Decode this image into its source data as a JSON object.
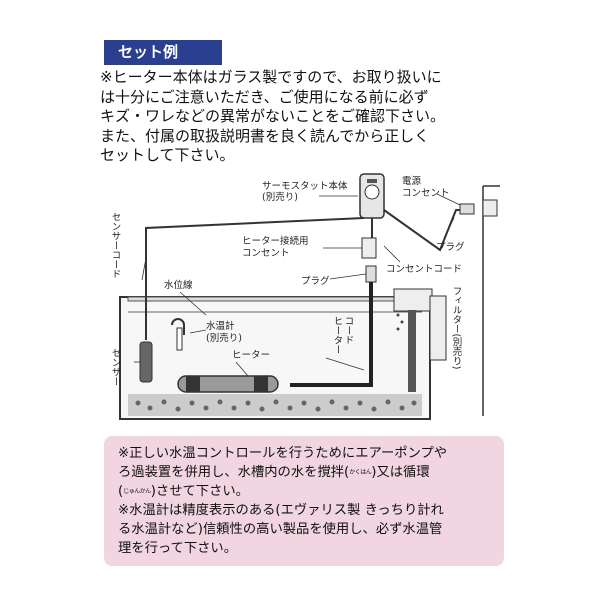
{
  "heading": "セット例",
  "notice_lines": [
    "※ヒーター本体はガラス製ですので、お取り扱いに",
    "は十分にご注意いただき、ご使用になる前に必ず",
    "キズ・ワレなどの異常がないことをご確認下さい。",
    "また、付属の取扱説明書を良く読んでから正しく",
    "セットして下さい。"
  ],
  "labels": {
    "thermostat_1": "サーモスタット本体",
    "thermostat_2": "(別売り)",
    "power_1": "電源",
    "power_2": "コンセント",
    "sensor_cord": "センサーコード",
    "heater_outlet_1": "ヒーター接続用",
    "heater_outlet_2": "コンセント",
    "outlet_cord": "コンセントコード",
    "plug_right": "プラグ",
    "plug_center": "プラグ",
    "water_line": "水位線",
    "filter": "フィルター(別売り)",
    "thermometer_1": "水温計",
    "thermometer_2": "(別売り)",
    "cord": "コード",
    "heater_body": "ヒーター",
    "heater_label": "ヒーター",
    "sensor": "センサー"
  },
  "notes": {
    "line1": "※正しい水温コントロールを行うためにエアーポンプや",
    "line2_pre": "ろ過装置を併用し、水槽内の水を撹拌(",
    "ruby_kakuhan": "かくはん",
    "line2_post": ")又は循環",
    "line3_open": "(",
    "ruby_junkan": "じゅんかん",
    "line3_post": ")させて下さい。",
    "line4": "※水温計は精度表示のある(エヴァリス製 きっちり計れ",
    "line5": "る水温計など)信頼性の高い製品を使用し、必ず水温管",
    "line6": "理を行って下さい。"
  }
}
